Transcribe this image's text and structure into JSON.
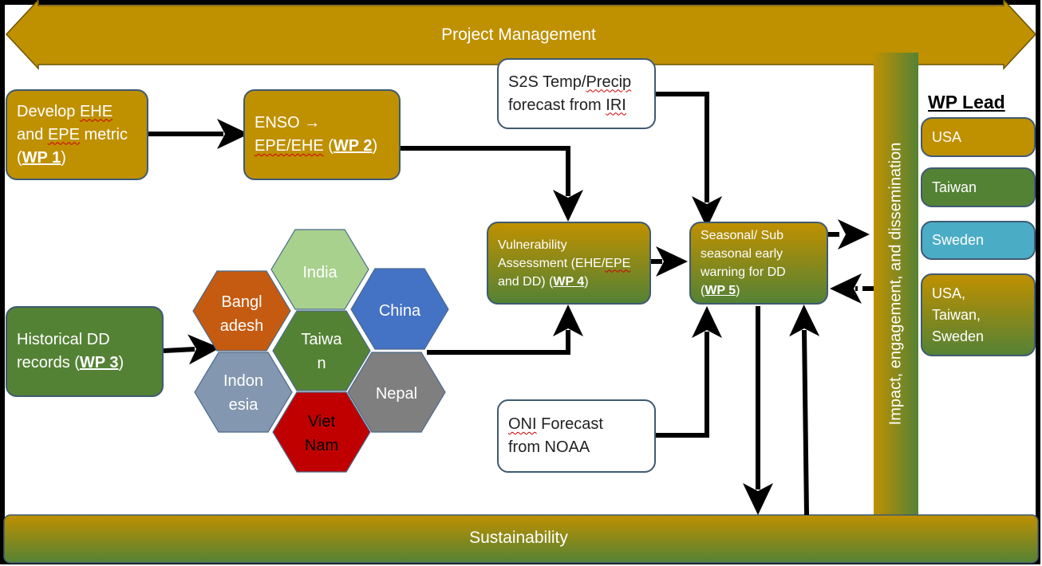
{
  "banners": {
    "project_management": "Project Management",
    "sustainability": "Sustainability",
    "impact": "Impact, engagement, and dissemination"
  },
  "wp1": {
    "line1_a": "Develop ",
    "line1_b": "EHE",
    "line2_a": "and ",
    "line2_b": "EPE",
    "line2_c": " metric",
    "line3_a": "(",
    "wp": "WP 1",
    "line3_c": ")"
  },
  "wp2": {
    "line1": "ENSO →",
    "line2_a": "EPE/EHE",
    "line2_b": " (",
    "wp": "WP 2",
    "line2_c": ")"
  },
  "wp3": {
    "line1": "Historical DD",
    "line2_a": "records (",
    "wp": "WP 3",
    "line2_c": ")"
  },
  "wp4": {
    "line1": "Vulnerability",
    "line2_a": "Assessment (EHE/",
    "line2_b": "EPE",
    "line3_a": "and DD) (",
    "wp": "WP 4",
    "line3_c": ")"
  },
  "wp5": {
    "line1": "Seasonal/ Sub",
    "line2": "seasonal early",
    "line3": "warning for DD",
    "line4_a": "(",
    "wp": "WP 5",
    "line4_c": ")"
  },
  "s2s": {
    "line1_a": "S2S Temp/",
    "line1_b": "Precip",
    "line2_a": "forecast from ",
    "line2_b": "IRI"
  },
  "oni": {
    "line1_a": "ONI",
    "line1_b": " Forecast",
    "line2": "from NOAA"
  },
  "countries": {
    "india": "India",
    "bangladesh_1": "Bangl",
    "bangladesh_2": "adesh",
    "china": "China",
    "taiwan_1": "Taiwa",
    "taiwan_2": "n",
    "indonesia_1": "Indon",
    "indonesia_2": "esia",
    "nepal": "Nepal",
    "vietnam_1": "Viet",
    "vietnam_2": "Nam"
  },
  "legend": {
    "title": "WP Lead",
    "usa": "USA",
    "taiwan": "Taiwan",
    "sweden": "Sweden",
    "joint_1": "USA,",
    "joint_2": "Taiwan,",
    "joint_3": "Sweden"
  },
  "colors": {
    "gold": "#bf9000",
    "green": "#548235",
    "teal": "#4bacc6",
    "india": "#a9d18e",
    "bangladesh": "#c55a11",
    "china": "#4472c4",
    "taiwan": "#548235",
    "indonesia": "#8497b0",
    "nepal": "#7f7f7f",
    "vietnam": "#c00000"
  }
}
